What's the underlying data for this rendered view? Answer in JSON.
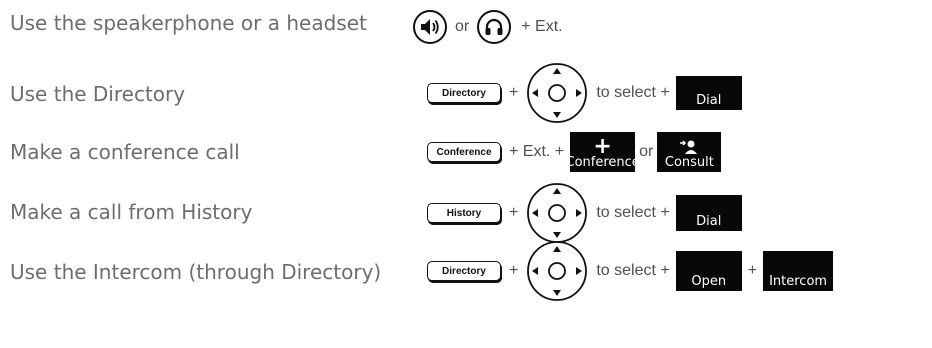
{
  "rows": [
    {
      "description": "Use the speakerphone or a headset",
      "or": "or",
      "suffix": "+ Ext.",
      "icons": [
        "speakerphone-icon",
        "headset-icon"
      ]
    },
    {
      "description": "Use the Directory",
      "key": "Directory",
      "plus": "+",
      "to_select": "to select +",
      "softkey": "Dial"
    },
    {
      "description": "Make a conference call",
      "key": "Conference",
      "ext": "+ Ext. +",
      "softkey1": "Conference",
      "or": "or",
      "softkey2": "Consult"
    },
    {
      "description": "Make a call from History",
      "key": "History",
      "plus": "+",
      "to_select": "to select +",
      "softkey": "Dial"
    },
    {
      "description": "Use the Intercom (through Directory)",
      "key": "Directory",
      "plus": "+",
      "to_select": "to select +",
      "softkey1": "Open",
      "plus2": "+",
      "softkey2": "Intercom"
    }
  ],
  "colors": {
    "text": "#6d6d6d",
    "softkey_bg": "#080808",
    "softkey_text": "#ffffff"
  }
}
